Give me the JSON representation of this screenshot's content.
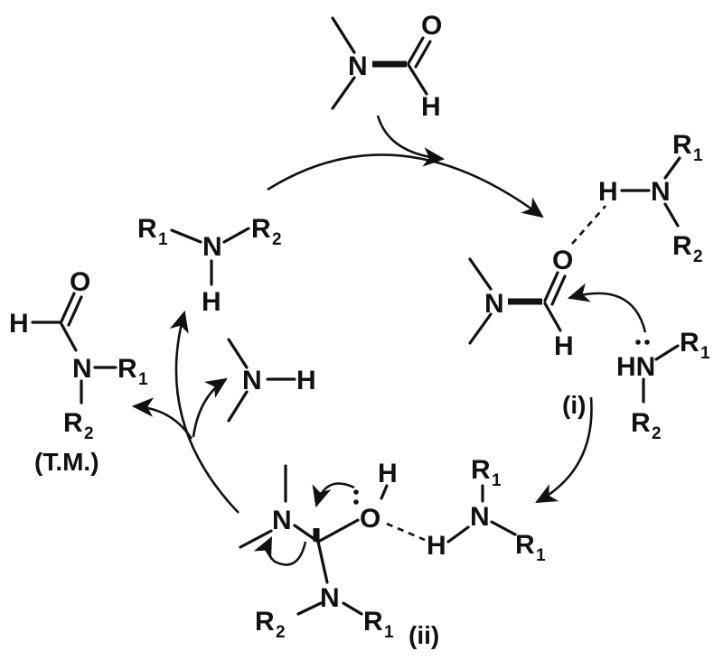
{
  "atoms": {
    "N": "N",
    "O": "O",
    "H": "H",
    "HN": "HN",
    "R": "R",
    "sub1": "1",
    "sub2": "2"
  },
  "labels": {
    "step1": "(i)",
    "step2": "(ii)",
    "product": "(T.M.)"
  }
}
